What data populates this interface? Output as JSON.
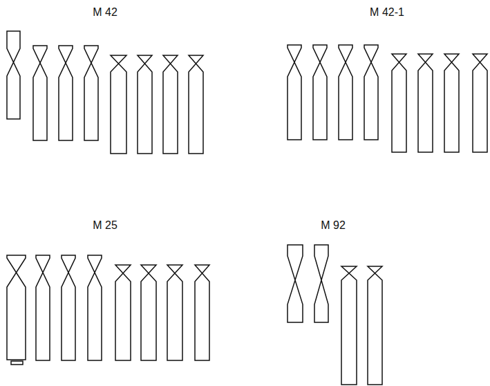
{
  "diagram": {
    "labels": [
      "M 42",
      "M 42-1",
      "M 25",
      "M 92"
    ]
  }
}
